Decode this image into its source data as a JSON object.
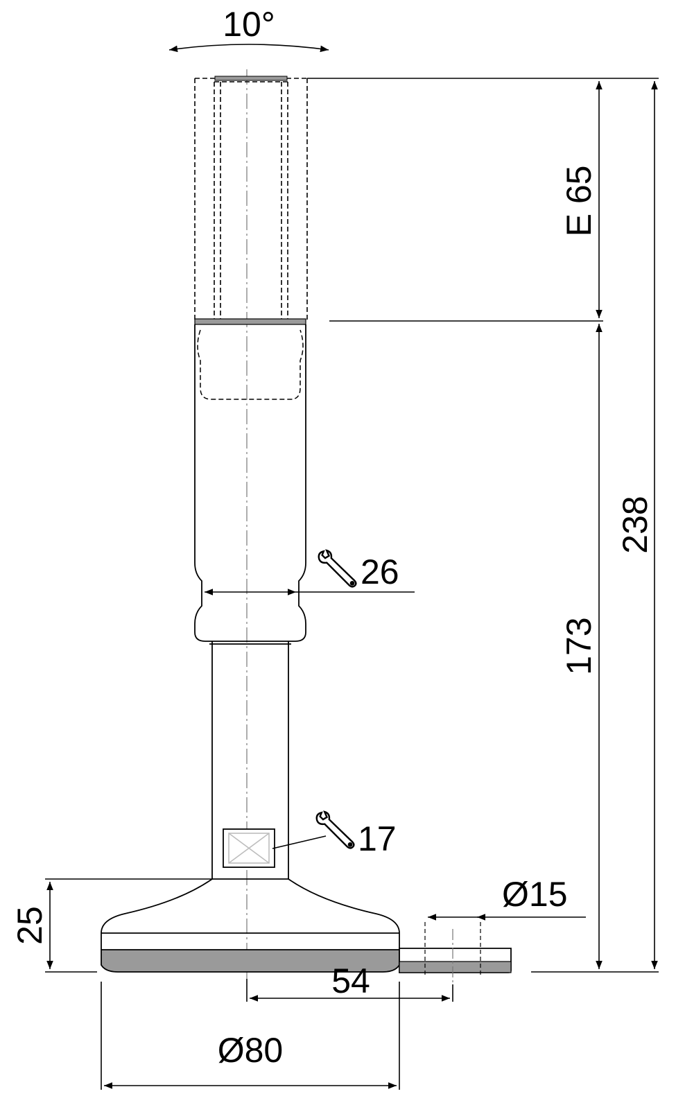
{
  "drawing": {
    "labels": {
      "tilt_angle": "10°",
      "extension": "E 65",
      "total_height": "238",
      "body_height": "173",
      "wrench_upper": "26",
      "wrench_lower": "17",
      "foot_height": "25",
      "hole_diameter": "Ø15",
      "hole_offset": "54",
      "foot_diameter": "Ø80"
    },
    "icons": [
      "wrench-icon",
      "wrench-icon"
    ],
    "colors": {
      "line": "#000000",
      "hidden": "#444444",
      "rubber_pad": "#9a9a9a",
      "wrench_flat": "#bdbdbd"
    }
  }
}
